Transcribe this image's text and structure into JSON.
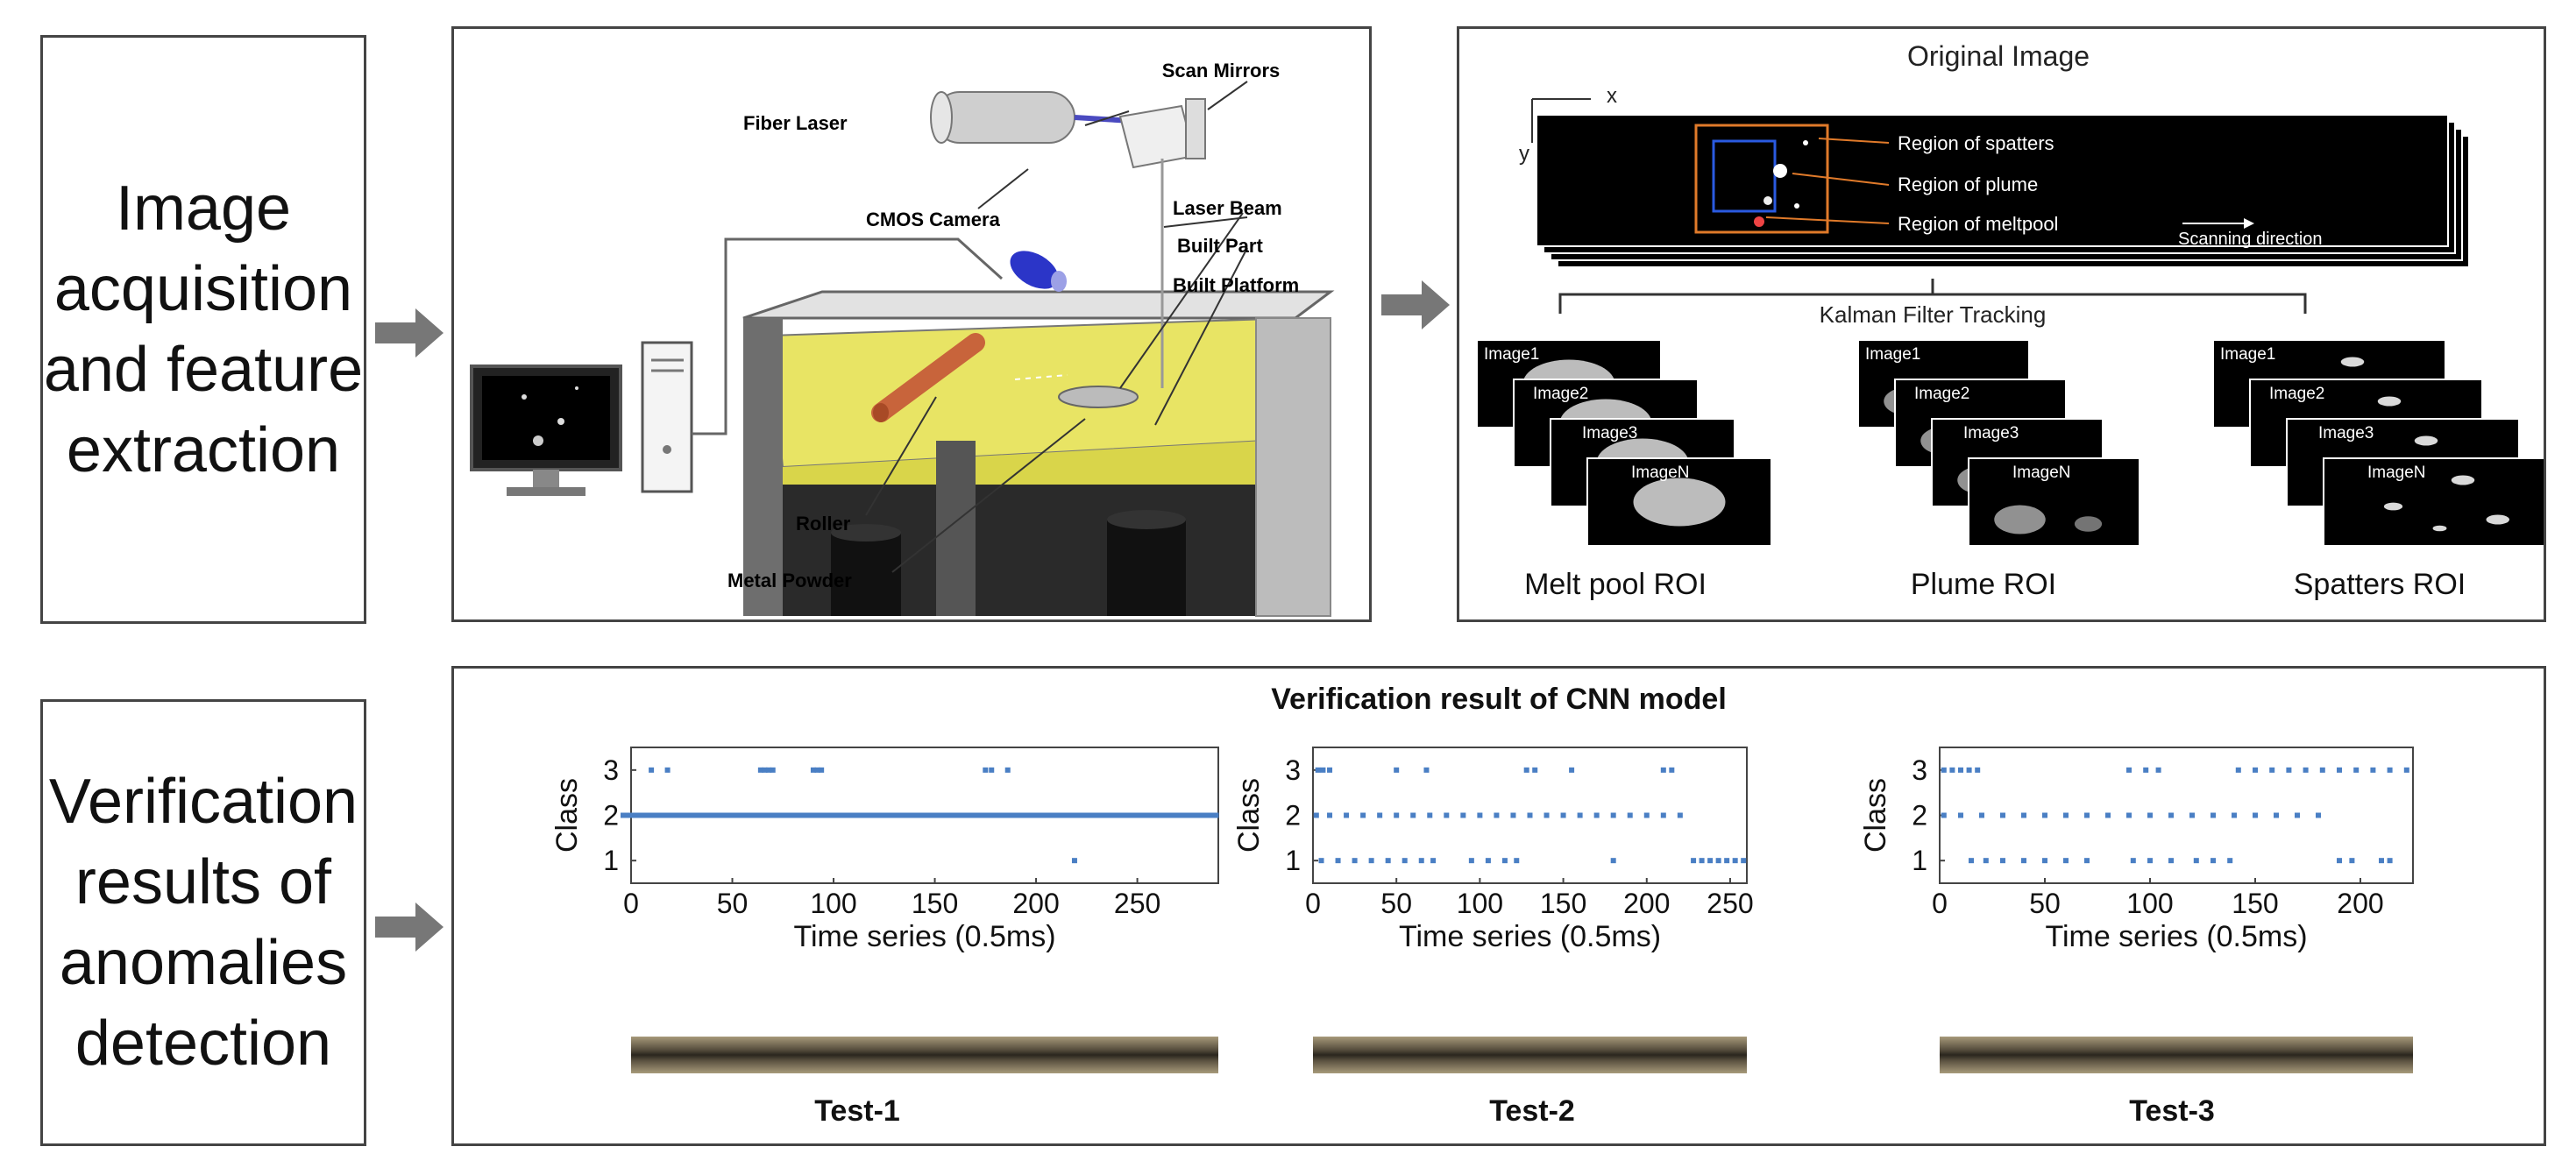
{
  "stage1": {
    "label_lines": [
      "Image",
      "acquisition",
      "and feature",
      "extraction"
    ]
  },
  "stage2": {
    "label_lines": [
      "Verification",
      "results of",
      "anomalies",
      "detection"
    ]
  },
  "machine": {
    "labels": {
      "scan_mirrors": "Scan Mirrors",
      "fiber_laser": "Fiber Laser",
      "laser_beam": "Laser Beam",
      "cmos_camera": "CMOS Camera",
      "built_part": "Built Part",
      "built_platform": "Built Platform",
      "roller": "Roller",
      "metal_powder": "Metal Powder"
    }
  },
  "original_image": {
    "title": "Original Image",
    "axis_x": "x",
    "axis_y": "y",
    "regions": [
      "Region of spatters",
      "Region of plume",
      "Region of meltpool"
    ],
    "scanning_direction": "Scanning direction",
    "tracking_label": "Kalman Filter Tracking"
  },
  "rois": [
    {
      "title": "Melt pool ROI",
      "frames": [
        "Image1",
        "Image2",
        "Image3",
        "ImageN"
      ]
    },
    {
      "title": "Plume ROI",
      "frames": [
        "Image1",
        "Image2",
        "Image3",
        "ImageN"
      ]
    },
    {
      "title": "Spatters ROI",
      "frames": [
        "Image1",
        "Image2",
        "Image3",
        "ImageN"
      ]
    }
  ],
  "verification": {
    "title": "Verification result of CNN model",
    "tests": [
      "Test-1",
      "Test-2",
      "Test-3"
    ]
  },
  "colors": {
    "points": "#4a7fc4",
    "arrow": "#777777",
    "powder": "#ece86a",
    "roller": "#e07a4f"
  },
  "chart_data": [
    {
      "type": "scatter",
      "xlabel": "Time series (0.5ms)",
      "ylabel": "Class",
      "xlim": [
        0,
        290
      ],
      "ylim": [
        0.5,
        3.5
      ],
      "xticks": [
        0,
        50,
        100,
        150,
        200,
        250
      ],
      "yticks": [
        1,
        2,
        3
      ],
      "grid": false,
      "points": [
        [
          10,
          3
        ],
        [
          18,
          3
        ],
        [
          64,
          3
        ],
        [
          66,
          3
        ],
        [
          68,
          3
        ],
        [
          70,
          3
        ],
        [
          90,
          3
        ],
        [
          92,
          3
        ],
        [
          94,
          3
        ],
        [
          175,
          3
        ],
        [
          178,
          3
        ],
        [
          186,
          3
        ],
        [
          0,
          2
        ],
        [
          15,
          2
        ],
        [
          30,
          2
        ],
        [
          45,
          2
        ],
        [
          60,
          2
        ],
        [
          75,
          2
        ],
        [
          90,
          2
        ],
        [
          105,
          2
        ],
        [
          120,
          2
        ],
        [
          135,
          2
        ],
        [
          150,
          2
        ],
        [
          165,
          2
        ],
        [
          180,
          2
        ],
        [
          195,
          2
        ],
        [
          210,
          2
        ],
        [
          225,
          2
        ],
        [
          240,
          2
        ],
        [
          255,
          2
        ],
        [
          270,
          2
        ],
        [
          285,
          2
        ],
        [
          219,
          1
        ]
      ]
    },
    {
      "type": "scatter",
      "xlabel": "Time series (0.5ms)",
      "ylabel": "Class",
      "xlim": [
        0,
        260
      ],
      "ylim": [
        0.5,
        3.5
      ],
      "xticks": [
        0,
        50,
        100,
        150,
        200,
        250
      ],
      "yticks": [
        1,
        2,
        3
      ],
      "grid": false,
      "points": [
        [
          3,
          3
        ],
        [
          6,
          3
        ],
        [
          10,
          3
        ],
        [
          50,
          3
        ],
        [
          68,
          3
        ],
        [
          128,
          3
        ],
        [
          133,
          3
        ],
        [
          155,
          3
        ],
        [
          210,
          3
        ],
        [
          215,
          3
        ],
        [
          2,
          2
        ],
        [
          10,
          2
        ],
        [
          20,
          2
        ],
        [
          30,
          2
        ],
        [
          40,
          2
        ],
        [
          50,
          2
        ],
        [
          60,
          2
        ],
        [
          70,
          2
        ],
        [
          80,
          2
        ],
        [
          90,
          2
        ],
        [
          100,
          2
        ],
        [
          110,
          2
        ],
        [
          120,
          2
        ],
        [
          130,
          2
        ],
        [
          140,
          2
        ],
        [
          150,
          2
        ],
        [
          160,
          2
        ],
        [
          170,
          2
        ],
        [
          180,
          2
        ],
        [
          190,
          2
        ],
        [
          200,
          2
        ],
        [
          210,
          2
        ],
        [
          220,
          2
        ],
        [
          5,
          1
        ],
        [
          15,
          1
        ],
        [
          25,
          1
        ],
        [
          35,
          1
        ],
        [
          45,
          1
        ],
        [
          55,
          1
        ],
        [
          65,
          1
        ],
        [
          72,
          1
        ],
        [
          95,
          1
        ],
        [
          105,
          1
        ],
        [
          115,
          1
        ],
        [
          122,
          1
        ],
        [
          180,
          1
        ],
        [
          228,
          1
        ],
        [
          233,
          1
        ],
        [
          238,
          1
        ],
        [
          243,
          1
        ],
        [
          248,
          1
        ],
        [
          253,
          1
        ],
        [
          258,
          1
        ]
      ]
    },
    {
      "type": "scatter",
      "xlabel": "Time series (0.5ms)",
      "ylabel": "Class",
      "xlim": [
        0,
        225
      ],
      "ylim": [
        0.5,
        3.5
      ],
      "xticks": [
        0,
        50,
        100,
        150,
        200
      ],
      "yticks": [
        1,
        2,
        3
      ],
      "grid": false,
      "points": [
        [
          2,
          3
        ],
        [
          6,
          3
        ],
        [
          10,
          3
        ],
        [
          14,
          3
        ],
        [
          18,
          3
        ],
        [
          90,
          3
        ],
        [
          98,
          3
        ],
        [
          104,
          3
        ],
        [
          142,
          3
        ],
        [
          150,
          3
        ],
        [
          158,
          3
        ],
        [
          166,
          3
        ],
        [
          174,
          3
        ],
        [
          182,
          3
        ],
        [
          190,
          3
        ],
        [
          198,
          3
        ],
        [
          206,
          3
        ],
        [
          214,
          3
        ],
        [
          222,
          3
        ],
        [
          2,
          2
        ],
        [
          10,
          2
        ],
        [
          20,
          2
        ],
        [
          30,
          2
        ],
        [
          40,
          2
        ],
        [
          50,
          2
        ],
        [
          60,
          2
        ],
        [
          70,
          2
        ],
        [
          80,
          2
        ],
        [
          90,
          2
        ],
        [
          100,
          2
        ],
        [
          110,
          2
        ],
        [
          120,
          2
        ],
        [
          130,
          2
        ],
        [
          140,
          2
        ],
        [
          150,
          2
        ],
        [
          160,
          2
        ],
        [
          170,
          2
        ],
        [
          180,
          2
        ],
        [
          15,
          1
        ],
        [
          22,
          1
        ],
        [
          30,
          1
        ],
        [
          40,
          1
        ],
        [
          50,
          1
        ],
        [
          60,
          1
        ],
        [
          70,
          1
        ],
        [
          92,
          1
        ],
        [
          100,
          1
        ],
        [
          110,
          1
        ],
        [
          122,
          1
        ],
        [
          130,
          1
        ],
        [
          138,
          1
        ],
        [
          190,
          1
        ],
        [
          196,
          1
        ],
        [
          210,
          1
        ],
        [
          214,
          1
        ]
      ]
    }
  ]
}
